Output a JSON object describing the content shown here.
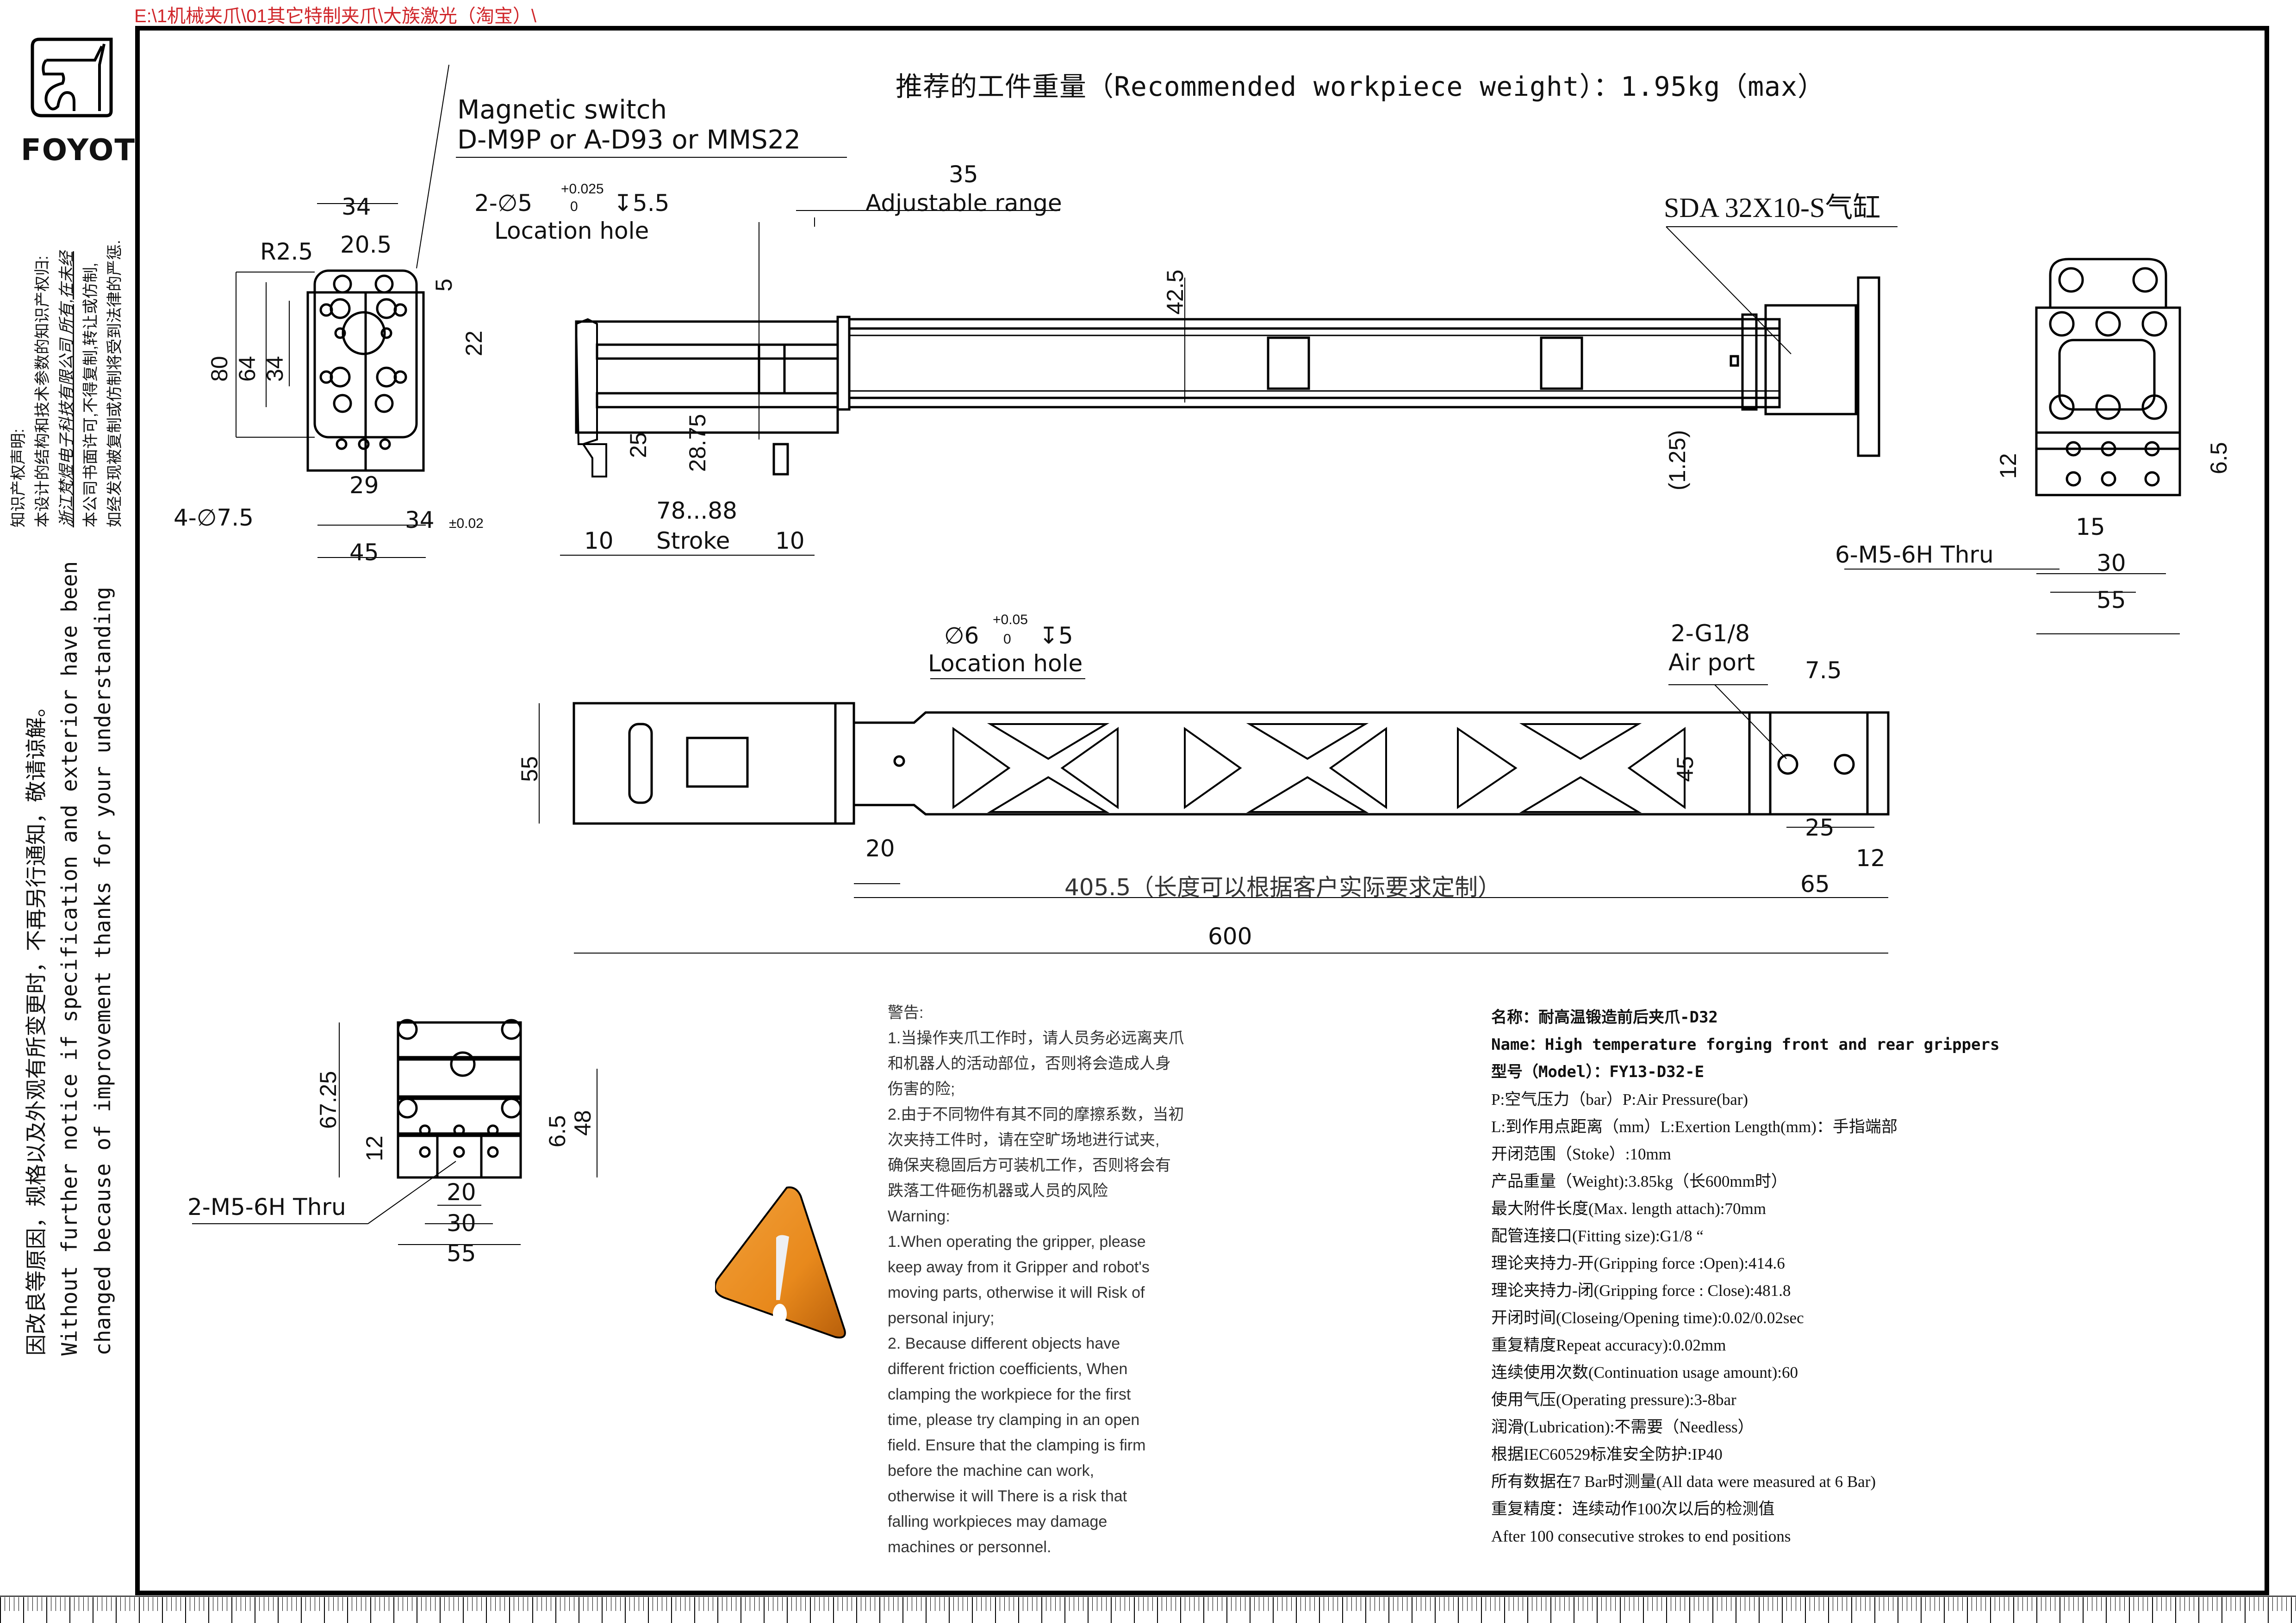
{
  "file_path_label": "E:\\1机械夹爪\\01其它特制夹爪\\大族激光（淘宝）\\",
  "brand": {
    "name": "FOYOT",
    "logo_icon": "foyot-logo-icon"
  },
  "ip_statement": {
    "lines": [
      "知识产权声明:",
      "本设计的结构和技术参数的知识产权归:",
      "浙江梵煜电子科技有限公司 所有,在未经",
      "本公司书面许可,不得复制,转让或仿制,",
      "如经发现被复制或仿制将受到法律的严惩."
    ]
  },
  "change_notice": {
    "lines": [
      "因改良等原因，规格以及外观有所变更时，不再另行通知，敬请谅解。",
      "Without further  notice if specification and exterior have been",
      "changed because of improvement thanks for your understanding"
    ]
  },
  "title": "推荐的工件重量（Recommended workpiece weight）：1.95kg（max）",
  "views": {
    "left_end_view": {
      "callouts": {
        "magnetic_switch_l1": "Magnetic switch",
        "magnetic_switch_l2": "D-M9P or A-D93 or MMS22",
        "location_hole_main": "2-∅5",
        "location_hole_tol_upper": "+0.025",
        "location_hole_tol_lower": "0",
        "location_hole_depth": "↧5.5",
        "location_hole_label": "Location hole",
        "holes": "4-∅7.5"
      },
      "dimensions": {
        "top_34": "34",
        "top_20_5": "20.5",
        "r2_5": "R2.5",
        "v80": "80",
        "v64": "64",
        "v34": "34",
        "v5": "5",
        "v22": "22",
        "b29": "29",
        "b34": "34",
        "b34_tol": "±0.02",
        "b45": "45"
      }
    },
    "side_view": {
      "callouts": {
        "adjustable_value": "35",
        "adjustable_label": "Adjustable range",
        "cylinder": "SDA 32X10-S气缸"
      },
      "dimensions": {
        "h42_5": "42.5",
        "v25": "25",
        "v28_75": "28.75",
        "stroke_range": "78...88",
        "stroke_label": "Stroke",
        "left_10": "10",
        "right_10": "10",
        "v1_25": "(1.25)"
      }
    },
    "right_end_view": {
      "callouts": {
        "thread": "6-M5-6H Thru"
      },
      "dimensions": {
        "v12": "12",
        "v6_5": "6.5",
        "h15": "15",
        "h30": "30",
        "h55": "55"
      }
    },
    "top_view": {
      "callouts": {
        "loc_main": "∅6",
        "loc_tol_upper": "+0.05",
        "loc_tol_lower": "0",
        "loc_depth": "↧5",
        "loc_label": "Location hole",
        "air_port_l1": "2-G1/8",
        "air_port_l2": "Air port"
      },
      "dimensions": {
        "v55": "55",
        "h20": "20",
        "length_custom": "405.5（长度可以根据客户实际要求定制）",
        "total": "600",
        "v45": "45",
        "h7_5": "7.5",
        "h25": "25",
        "h12": "12",
        "h65": "65"
      }
    },
    "bottom_end_view": {
      "callouts": {
        "thread": "2-M5-6H Thru"
      },
      "dimensions": {
        "v67_25": "67.25",
        "v12": "12",
        "v6_5": "6.5",
        "v48": "48",
        "h20": "20",
        "h30": "30",
        "h55": "55"
      }
    }
  },
  "warning": {
    "icon": "warning-triangle-icon",
    "icon_color": "#e8891c",
    "lines": [
      "警告:",
      "1.当操作夹爪工作时，请人员务必远离夹爪",
      "和机器人的活动部位，否则将会造成人身",
      "伤害的险;",
      "2.由于不同物件有其不同的摩擦系数，当初",
      "次夹持工件时，请在空旷场地进行试夹,",
      "确保夹稳固后方可装机工作，否则将会有",
      "跌落工件砸伤机器或人员的风险",
      "Warning:",
      "1.When operating the gripper, please",
      "keep away from it Gripper and robot's",
      "moving parts, otherwise it will Risk of",
      "personal injury;",
      "2. Because different objects have",
      "different friction coefficients, When",
      "clamping the workpiece for the first",
      "time, please try clamping in an open",
      "field. Ensure that the clamping is firm",
      "before the machine can work,",
      "otherwise it will There is a risk that",
      "falling workpieces may damage",
      "machines or personnel."
    ]
  },
  "specs": {
    "name_cn": "名称：耐高温锻造前后夹爪-D32",
    "name_en": "Name：High temperature forging front and rear grippers",
    "model": "型号（Model）：FY13-D32-E",
    "rows": [
      "P:空气压力（bar）P:Air Pressure(bar)",
      "L:到作用点距离（mm）L:Exertion Length(mm)：手指端部",
      "开闭范围（Stoke）:10mm",
      "产品重量（Weight):3.85kg（长600mm时）",
      "最大附件长度(Max. length attach):70mm",
      "配管连接口(Fitting size):G1/8 “",
      "理论夹持力-开(Gripping force :Open):414.6",
      "理论夹持力-闭(Gripping force : Close):481.8",
      "开闭时间(Closeing/Opening time):0.02/0.02sec",
      "重复精度Repeat accuracy):0.02mm",
      "连续使用次数(Continuation usage amount):60",
      "使用气压(Operating pressure):3-8bar",
      "润滑(Lubrication):不需要（Needless）",
      "根据IEC60529标准安全防护:IP40",
      "所有数据在7 Bar时测量(All data were measured at 6 Bar)",
      "重复精度：连续动作100次以后的检测值",
      "After 100 consecutive strokes to end positions"
    ]
  }
}
